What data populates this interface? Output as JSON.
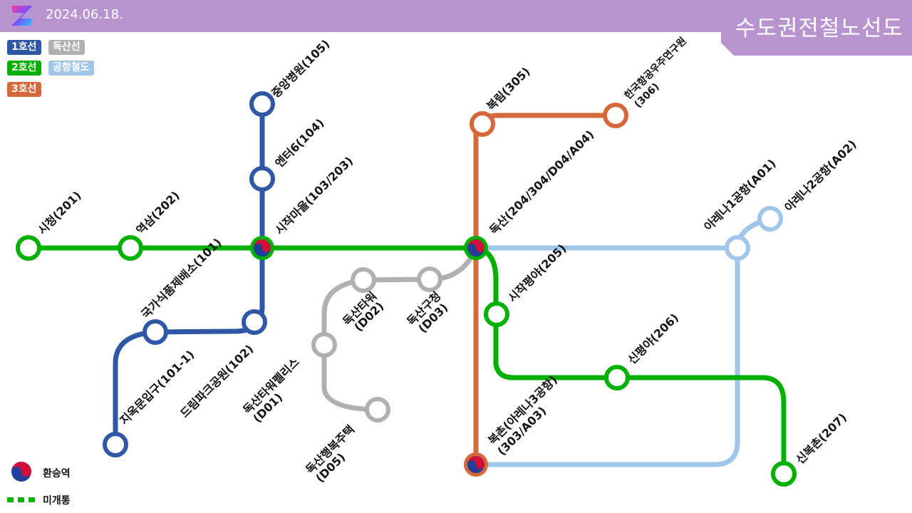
{
  "header": {
    "date": "2024.06.18.",
    "title": "수도권전철노선도"
  },
  "lines": [
    {
      "id": "line1",
      "label": "1호선",
      "color": "#2f57a5"
    },
    {
      "id": "line2",
      "label": "2호선",
      "color": "#00b000"
    },
    {
      "id": "line3",
      "label": "3호선",
      "color": "#d4683a"
    },
    {
      "id": "doksan",
      "label": "독산선",
      "color": "#b0b0b0"
    },
    {
      "id": "airport",
      "label": "공항철도",
      "color": "#9fc5e8"
    }
  ],
  "stations": {
    "s105": "중앙병원(105)",
    "s104": "엔터6(104)",
    "s103": "시작마을(103/203)",
    "s101": "국가식품제배소(101)",
    "s102": "드림파크공원(102)",
    "s1011": "지옥문입구(101-1)",
    "s201": "시청(201)",
    "s202": "역삼(202)",
    "s204": "독산(204/304/D04/A04)",
    "s205": "시작평야(205)",
    "s206": "신평야(206)",
    "s207": "신복촌(207)",
    "s305": "복림(305)",
    "s306a": "한국항공우주연구원",
    "s306b": "(306)",
    "s303a": "복촌(아레나3공항)",
    "s303b": "(303/A03)",
    "sA01": "아레나1공항(A01)",
    "sA02": "아레나2공항(A02)",
    "sD01a": "독산타워펠리스",
    "sD01b": "(D01)",
    "sD02a": "독산타워",
    "sD02b": "(D02)",
    "sD03a": "독산구청",
    "sD03b": "(D03)",
    "sD05a": "독산행복주택",
    "sD05b": "(D05)"
  },
  "legend": {
    "transfer": "환승역",
    "unopened": "미개통"
  }
}
